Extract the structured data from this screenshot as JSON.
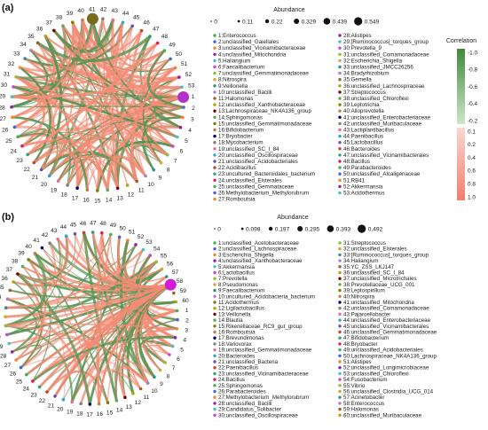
{
  "chart_data": [
    {
      "type": "network",
      "panel_label": "(a)",
      "node_count": 53,
      "legend_title": "Abundance",
      "size_legend": [
        "0",
        "0.11",
        "0.22",
        "0.329",
        "0.439",
        "0.549"
      ],
      "taxa": [
        "1:Enterococcus",
        "2:unclassified_Gaiellales",
        "3:unclassified_Vicinamibacteraceae",
        "4:unclassified_Mitochondria",
        "5:Haliangium",
        "6:Faecalibacterium",
        "7:unclassified_Gemmatimonadaceae",
        "8:Nitrospira",
        "9:Veillonella",
        "10:unclassified_Bacilli",
        "11:Halomonas",
        "12:unclassified_Xanthobacteraceae",
        "13:Lachnospiraceae_NK4A136_group",
        "14:Sphingomonas",
        "15:unclassified_Gemmatimonadaceae",
        "16:Bifidobacterium",
        "17:Bryobacter",
        "18:Mycobacterium",
        "19:unclassified_SC_I_84",
        "20:unclassified_Oscillospiraceae",
        "21:unclassified_Acidobacteriales",
        "22:Acidibacillus",
        "23:uncultured_Bacteroidales_bacterium",
        "24:unclassified_Elsterales",
        "25:unclassified_Gemmataceae",
        "26:Methylobacterium_Methylorubrum",
        "27:Romboutsia",
        "28:Alistipes",
        "29:[Ruminococcus]_torques_group",
        "30:Prevotella_9",
        "31:unclassified_Comamonadaceae",
        "32:Escherichia_Shigella",
        "33:unclassified_JMCC26256",
        "34:Bradyrhizobium",
        "35:Gemella",
        "36:unclassified_Lachnospiraceae",
        "37:Streptococcus",
        "38:unclassified_Chloroflexi",
        "39:Leptotrichia",
        "40:Alloprevotella",
        "41:unclassified_Enterobacteriaceae",
        "42:unclassified_Muribaculaceae",
        "43:Lactiplantibacillus",
        "44:Paenibacillus",
        "45:Lactobacillus",
        "46:Bacteroides",
        "47:unclassified_Vicinamibacterales",
        "48:Bacillus",
        "49:Parabacteroides",
        "50:unclassified_Alcaligenaceae",
        "51:RB41",
        "52:Akkermansia",
        "53:Acidothermus"
      ],
      "large_nodes": [
        {
          "node": 1,
          "color": "#b232c9"
        },
        {
          "node": 41,
          "color": "#7a6a1c"
        }
      ],
      "colorbar": {
        "title": "Correlation",
        "ticks": [
          "-1.0",
          "-0.8",
          "-0.6",
          "-0.4",
          "-0.2",
          "0.1",
          "0.2",
          "0.4",
          "0.6",
          "0.8",
          "1.0"
        ]
      }
    },
    {
      "type": "network",
      "panel_label": "(b)",
      "node_count": 60,
      "legend_title": "Abundance",
      "size_legend": [
        "0",
        "0.098",
        "0.197",
        "0.295",
        "0.393",
        "0.492"
      ],
      "taxa": [
        "1:unclassified_Acetobacteraceae",
        "2:unclassified_Lachnospiraceae",
        "3:Escherichia_Shigella",
        "4:unclassified_Xanthobacteraceae",
        "5:Akkermansia",
        "6:Lactobacillus",
        "7:Prevotella",
        "8:Pseudomonas",
        "9:Faecalibacterium",
        "10:uncultured_Acidobacteria_bacterium",
        "11:Acidothermus",
        "12:Ligilactobacillus",
        "13:Veillonella",
        "14:Blautia",
        "15:Rikenellaceae_RC9_gut_group",
        "16:Romboutsia",
        "17:Brevundimonas",
        "18:Variovorax",
        "19:unclassified_Gemmatimonadaceae",
        "20:Bacteroides",
        "21:unclassified_Bacteria",
        "22:Paenibacillus",
        "23:unclassified_Vicinamibacteraceae",
        "24:Bacillus",
        "25:Sphingomonas",
        "26:Parabacteroides",
        "27:Methylobacterium_Methylorubrum",
        "28:unclassified_Bacilli",
        "29:Candidatus_Solibacter",
        "30:unclassified_Oscillospiraceae",
        "31:Streptococcus",
        "32:unclassified_Elsterales",
        "33:[Ruminococcus]_torques_group",
        "34:Haliangium",
        "35:YC_ZSS_LKJ147",
        "36:unclassified_SC_I_84",
        "37:unclassified_Microtrichales",
        "38:Prevotellaceae_UCG_001",
        "39:Leptospirillum",
        "40:Nitrospira",
        "41:unclassified_Mitochondria",
        "42:unclassified_Comamonadaceae",
        "43:Pajaroellobacter",
        "44:unclassified_Enterobacteriaceae",
        "45:unclassified_Vicinamibacterales",
        "46:unclassified_Gemmatimonadaceae",
        "47:Bifidobacterium",
        "48:Bryobacter",
        "49:unclassified_Acidobacteriales",
        "50:Lachnospiraceae_NK4A136_group",
        "51:Alistipes",
        "52:unclassified_Longimicrobiaceae",
        "53:unclassified_Chloroflexi",
        "54:Fusobacterium",
        "55:Vibrio",
        "56:unclassified_Clostridia_UCG_014",
        "57:Acinetobacter",
        "58:Enterococcus",
        "59:Halomonas",
        "60:unclassified_Muribaculaceae"
      ],
      "large_nodes": [
        {
          "node": 58,
          "color": "#d21ad8"
        }
      ]
    }
  ]
}
